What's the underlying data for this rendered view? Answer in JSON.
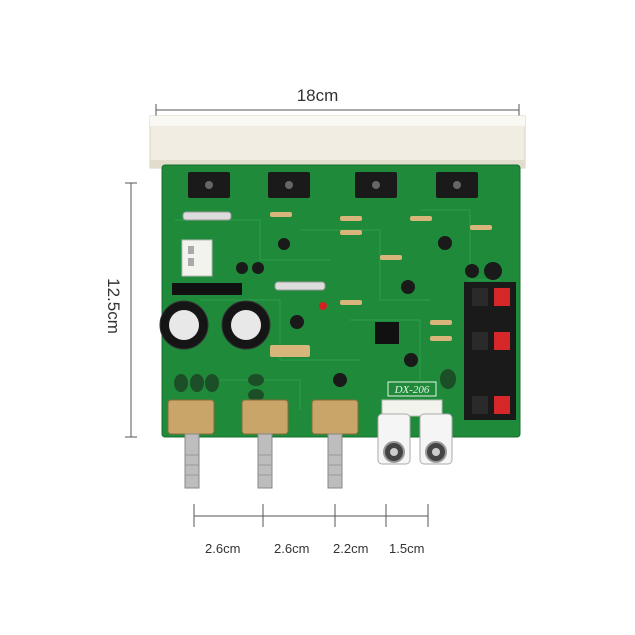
{
  "dimensions": {
    "width": "18cm",
    "height": "12.5cm",
    "spacing": [
      "2.6cm",
      "2.6cm",
      "2.2cm",
      "1.5cm"
    ]
  },
  "board": {
    "model": "DX-206",
    "color": "#1e8a3a",
    "heatsink_color": "#f1ede2"
  }
}
